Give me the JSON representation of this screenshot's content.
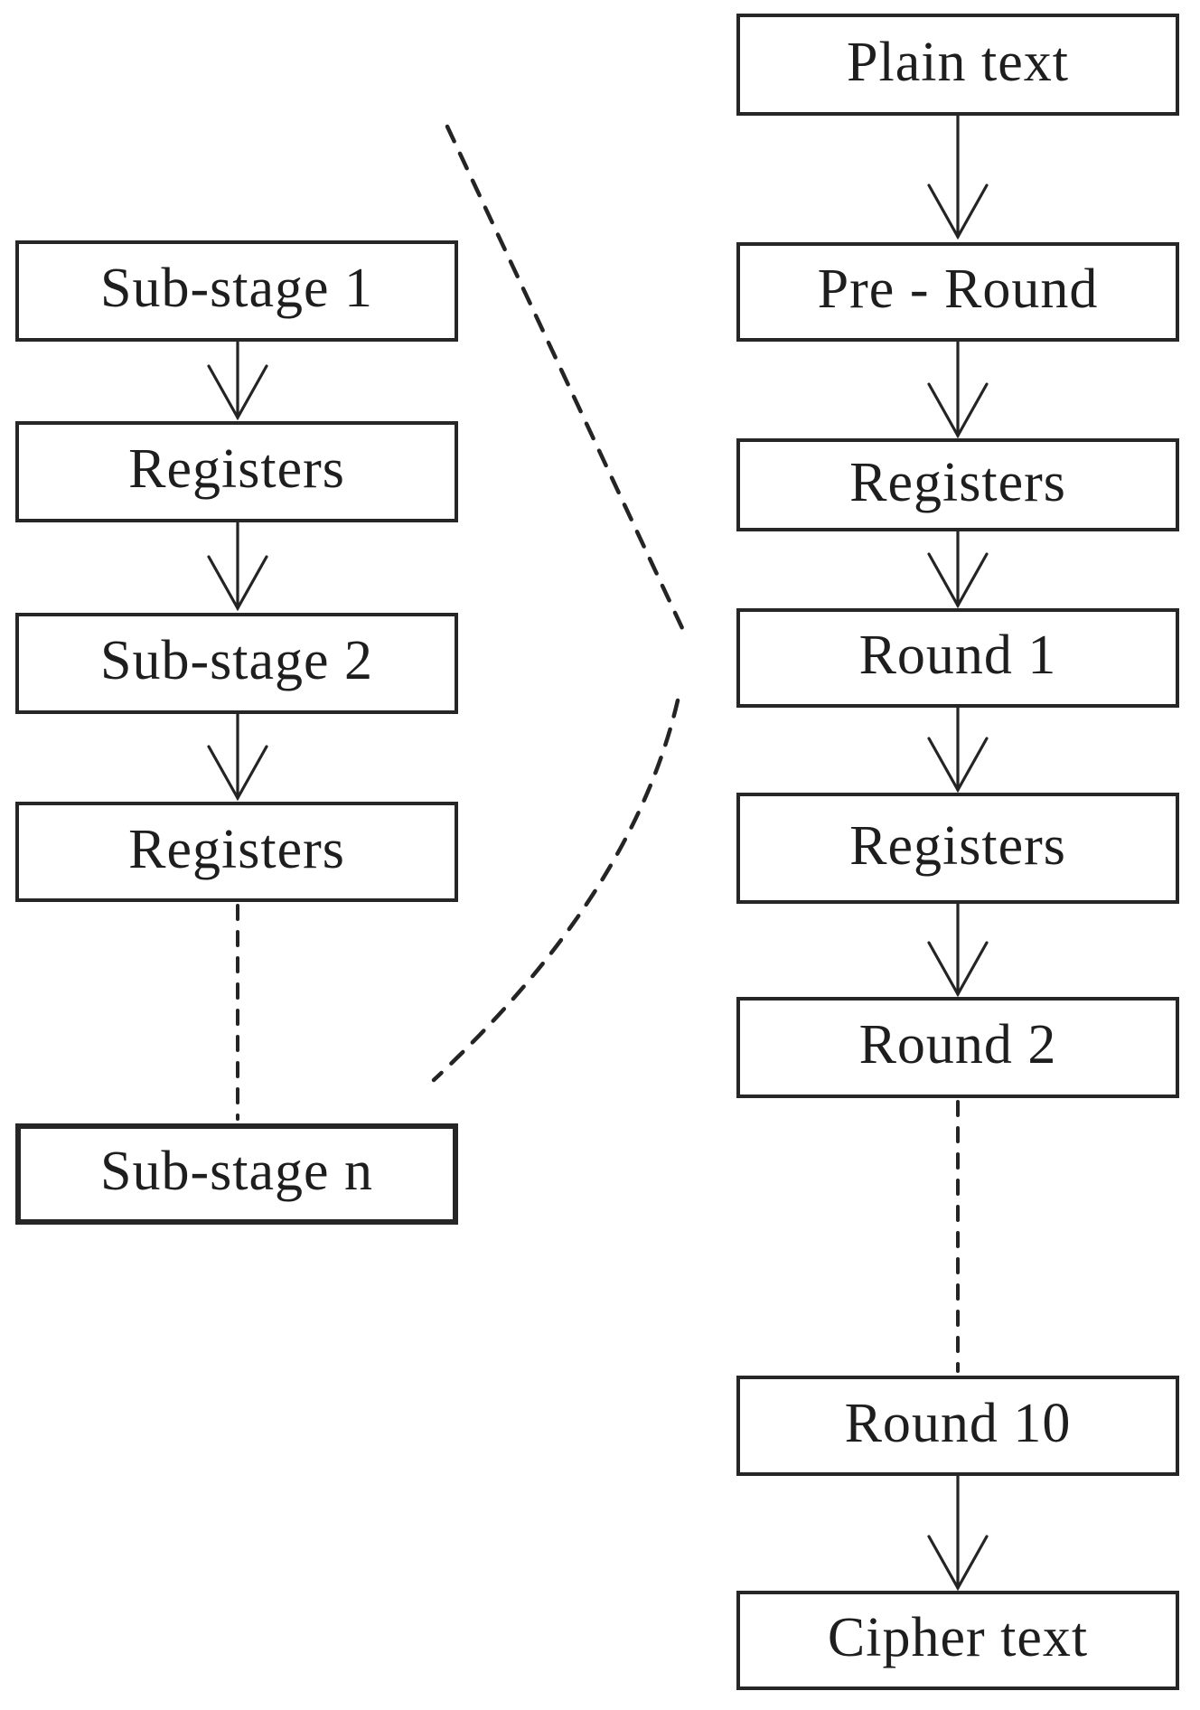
{
  "figure": {
    "background_color": "#ffffff",
    "line_color": "#242424",
    "detail_column": {
      "boxes": [
        {
          "label": "Sub-stage 1"
        },
        {
          "label": "Registers"
        },
        {
          "label": "Sub-stage 2"
        },
        {
          "label": "Registers"
        },
        {
          "label": "Sub-stage n"
        }
      ]
    },
    "main_column": {
      "boxes": [
        {
          "label": "Plain text"
        },
        {
          "label": "Pre - Round"
        },
        {
          "label": "Registers"
        },
        {
          "label": "Round 1"
        },
        {
          "label": "Registers"
        },
        {
          "label": "Round 2"
        },
        {
          "label": "Round 10"
        },
        {
          "label": "Cipher text"
        }
      ]
    }
  }
}
